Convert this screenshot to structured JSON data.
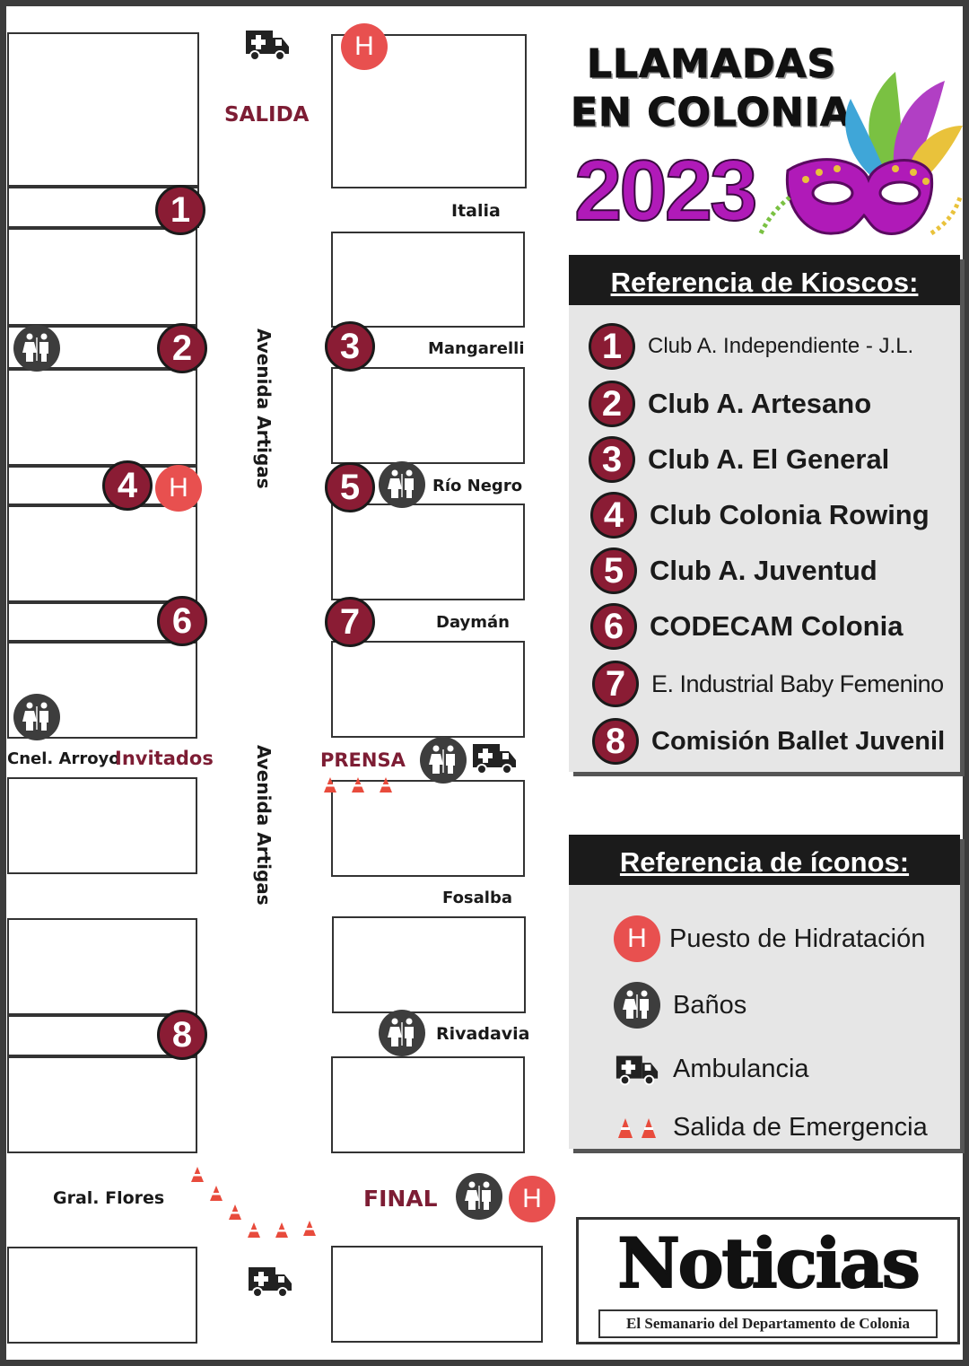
{
  "title": {
    "line1": "LLAMADAS",
    "line2": "EN COLONIA",
    "year": "2023"
  },
  "map": {
    "streets": {
      "italia": "Italia",
      "mangarelli": "Mangarelli",
      "rio_negro": "Río Negro",
      "dayman": "Daymán",
      "cnel_arroyo": "Cnel. Arroyo",
      "fosalba": "Fosalba",
      "rivadavia": "Rivadavia",
      "gral_flores": "Gral. Flores"
    },
    "avenue": "Avenida Artigas",
    "labels": {
      "salida": "SALIDA",
      "invitados": "Invitados",
      "prensa": "PRENSA",
      "final": "FINAL"
    },
    "hydration_glyph": "H",
    "kiosk_numbers": [
      "1",
      "2",
      "3",
      "4",
      "5",
      "6",
      "7",
      "8"
    ]
  },
  "kiosk_reference": {
    "heading": "Referencia de Kioscos:",
    "items": [
      {
        "num": "1",
        "label": "Club A. Independiente - J.L."
      },
      {
        "num": "2",
        "label": "Club A. Artesano"
      },
      {
        "num": "3",
        "label": "Club A. El General"
      },
      {
        "num": "4",
        "label": "Club Colonia Rowing"
      },
      {
        "num": "5",
        "label": "Club A. Juventud"
      },
      {
        "num": "6",
        "label": "CODECAM Colonia"
      },
      {
        "num": "7",
        "label": "E. Industrial Baby Femenino"
      },
      {
        "num": "8",
        "label": "Comisión Ballet Juvenil"
      }
    ]
  },
  "icon_reference": {
    "heading": "Referencia de íconos:",
    "items": [
      {
        "icon": "hydration-icon",
        "label": "Puesto de Hidratación"
      },
      {
        "icon": "restroom-icon",
        "label": "Baños"
      },
      {
        "icon": "ambulance-icon",
        "label": "Ambulancia"
      },
      {
        "icon": "emergency-exit-cones-icon",
        "label": "Salida de Emergencia"
      }
    ]
  },
  "logo": {
    "name": "Noticias",
    "tagline": "El Semanario del Departamento de Colonia"
  },
  "colors": {
    "kiosk": "#8a1c34",
    "hydration": "#e8504f",
    "restroom": "#3d3d3d",
    "accent_label": "#7d1d34",
    "cone": "#e84b3c",
    "year": "#b01ab8"
  }
}
